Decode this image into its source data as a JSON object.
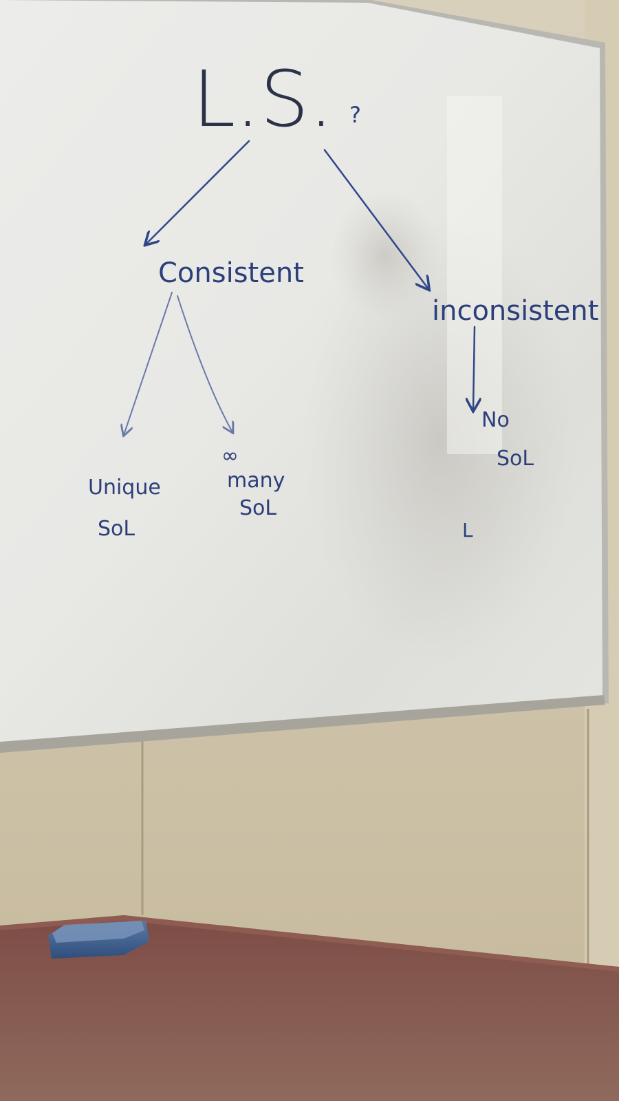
{
  "whiteboard": {
    "root": "L.S.",
    "root_mark": "?",
    "left_node": "Consistent",
    "right_node": "inconsistent",
    "leaf_unique": [
      "Unique",
      "SoL"
    ],
    "leaf_infinite": [
      "∞",
      "many",
      "SoL"
    ],
    "leaf_none": [
      "No",
      "SoL"
    ],
    "stray_mark": "L"
  },
  "colors": {
    "marker_ink": "#2c3f7a",
    "board_surface": "#e9e9e6",
    "wall": "#c9bfa8",
    "table": "#7a4b44",
    "eraser": "#3c5a86"
  },
  "icons": {
    "eraser": "whiteboard-eraser"
  }
}
